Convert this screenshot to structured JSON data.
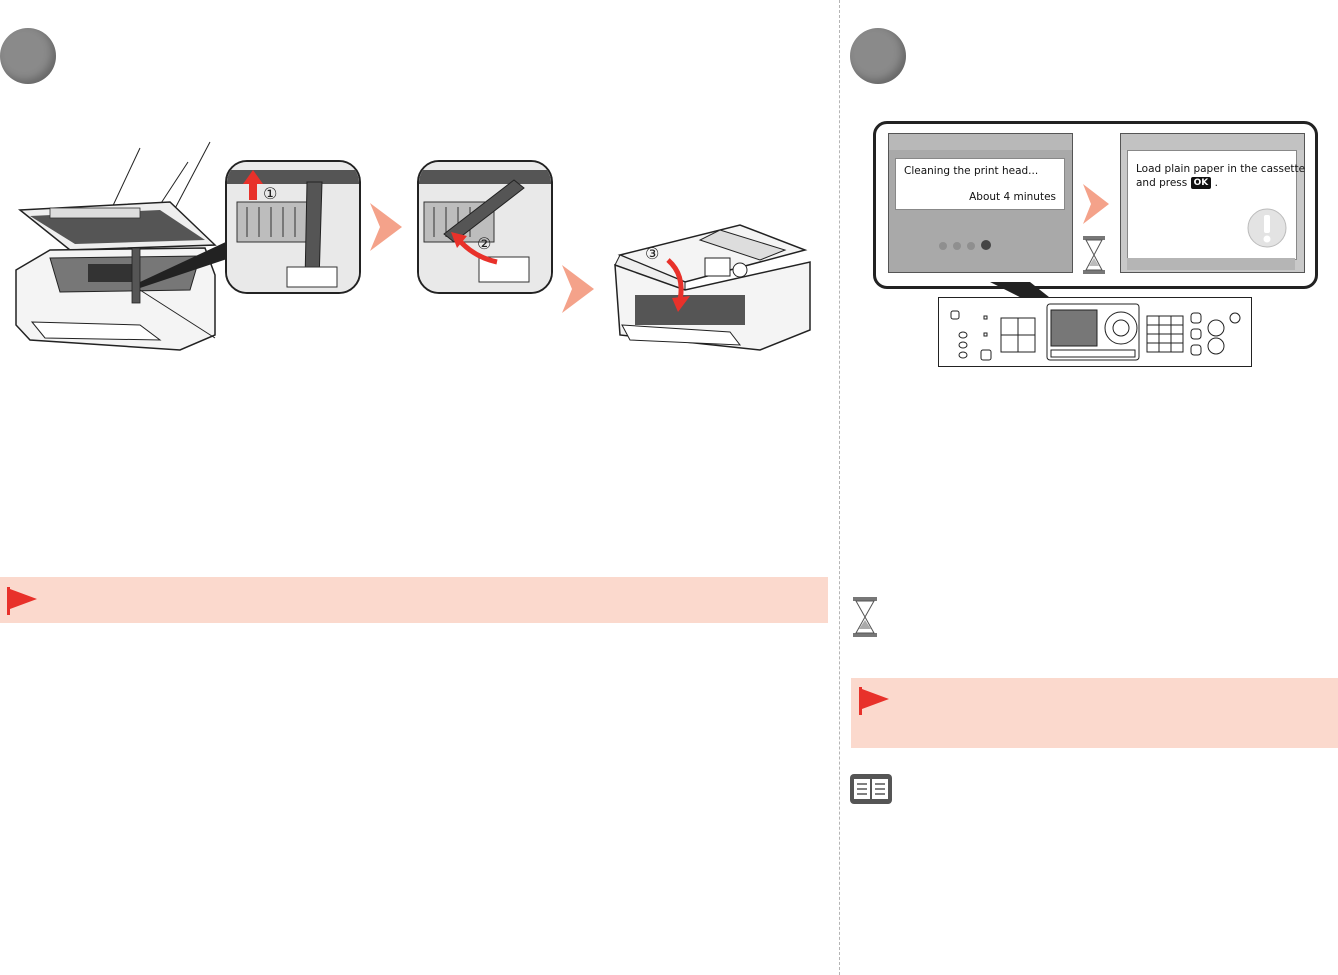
{
  "left_step": {
    "number_label": ""
  },
  "right_step": {
    "number_label": ""
  },
  "illustration": {
    "callout_1": "①",
    "callout_2": "②",
    "callout_3": "③"
  },
  "lcd": {
    "screen1": {
      "line1": "Cleaning the print head...",
      "line2": "About 4 minutes"
    },
    "screen2": {
      "line1": "Load plain paper in the cassette",
      "line2_prefix": "and press",
      "ok_label": "OK",
      "line2_suffix": "."
    }
  },
  "icons": {
    "flag": "flag-icon",
    "hourglass": "hourglass-icon",
    "manual": "manual-book-icon",
    "arrow": "chevron-right-icon"
  },
  "colors": {
    "caution_bg": "#fbd9cd",
    "flag_red": "#e8312a",
    "arrow_salmon": "#f4a28a",
    "step_circle": "#8a8a8a"
  }
}
